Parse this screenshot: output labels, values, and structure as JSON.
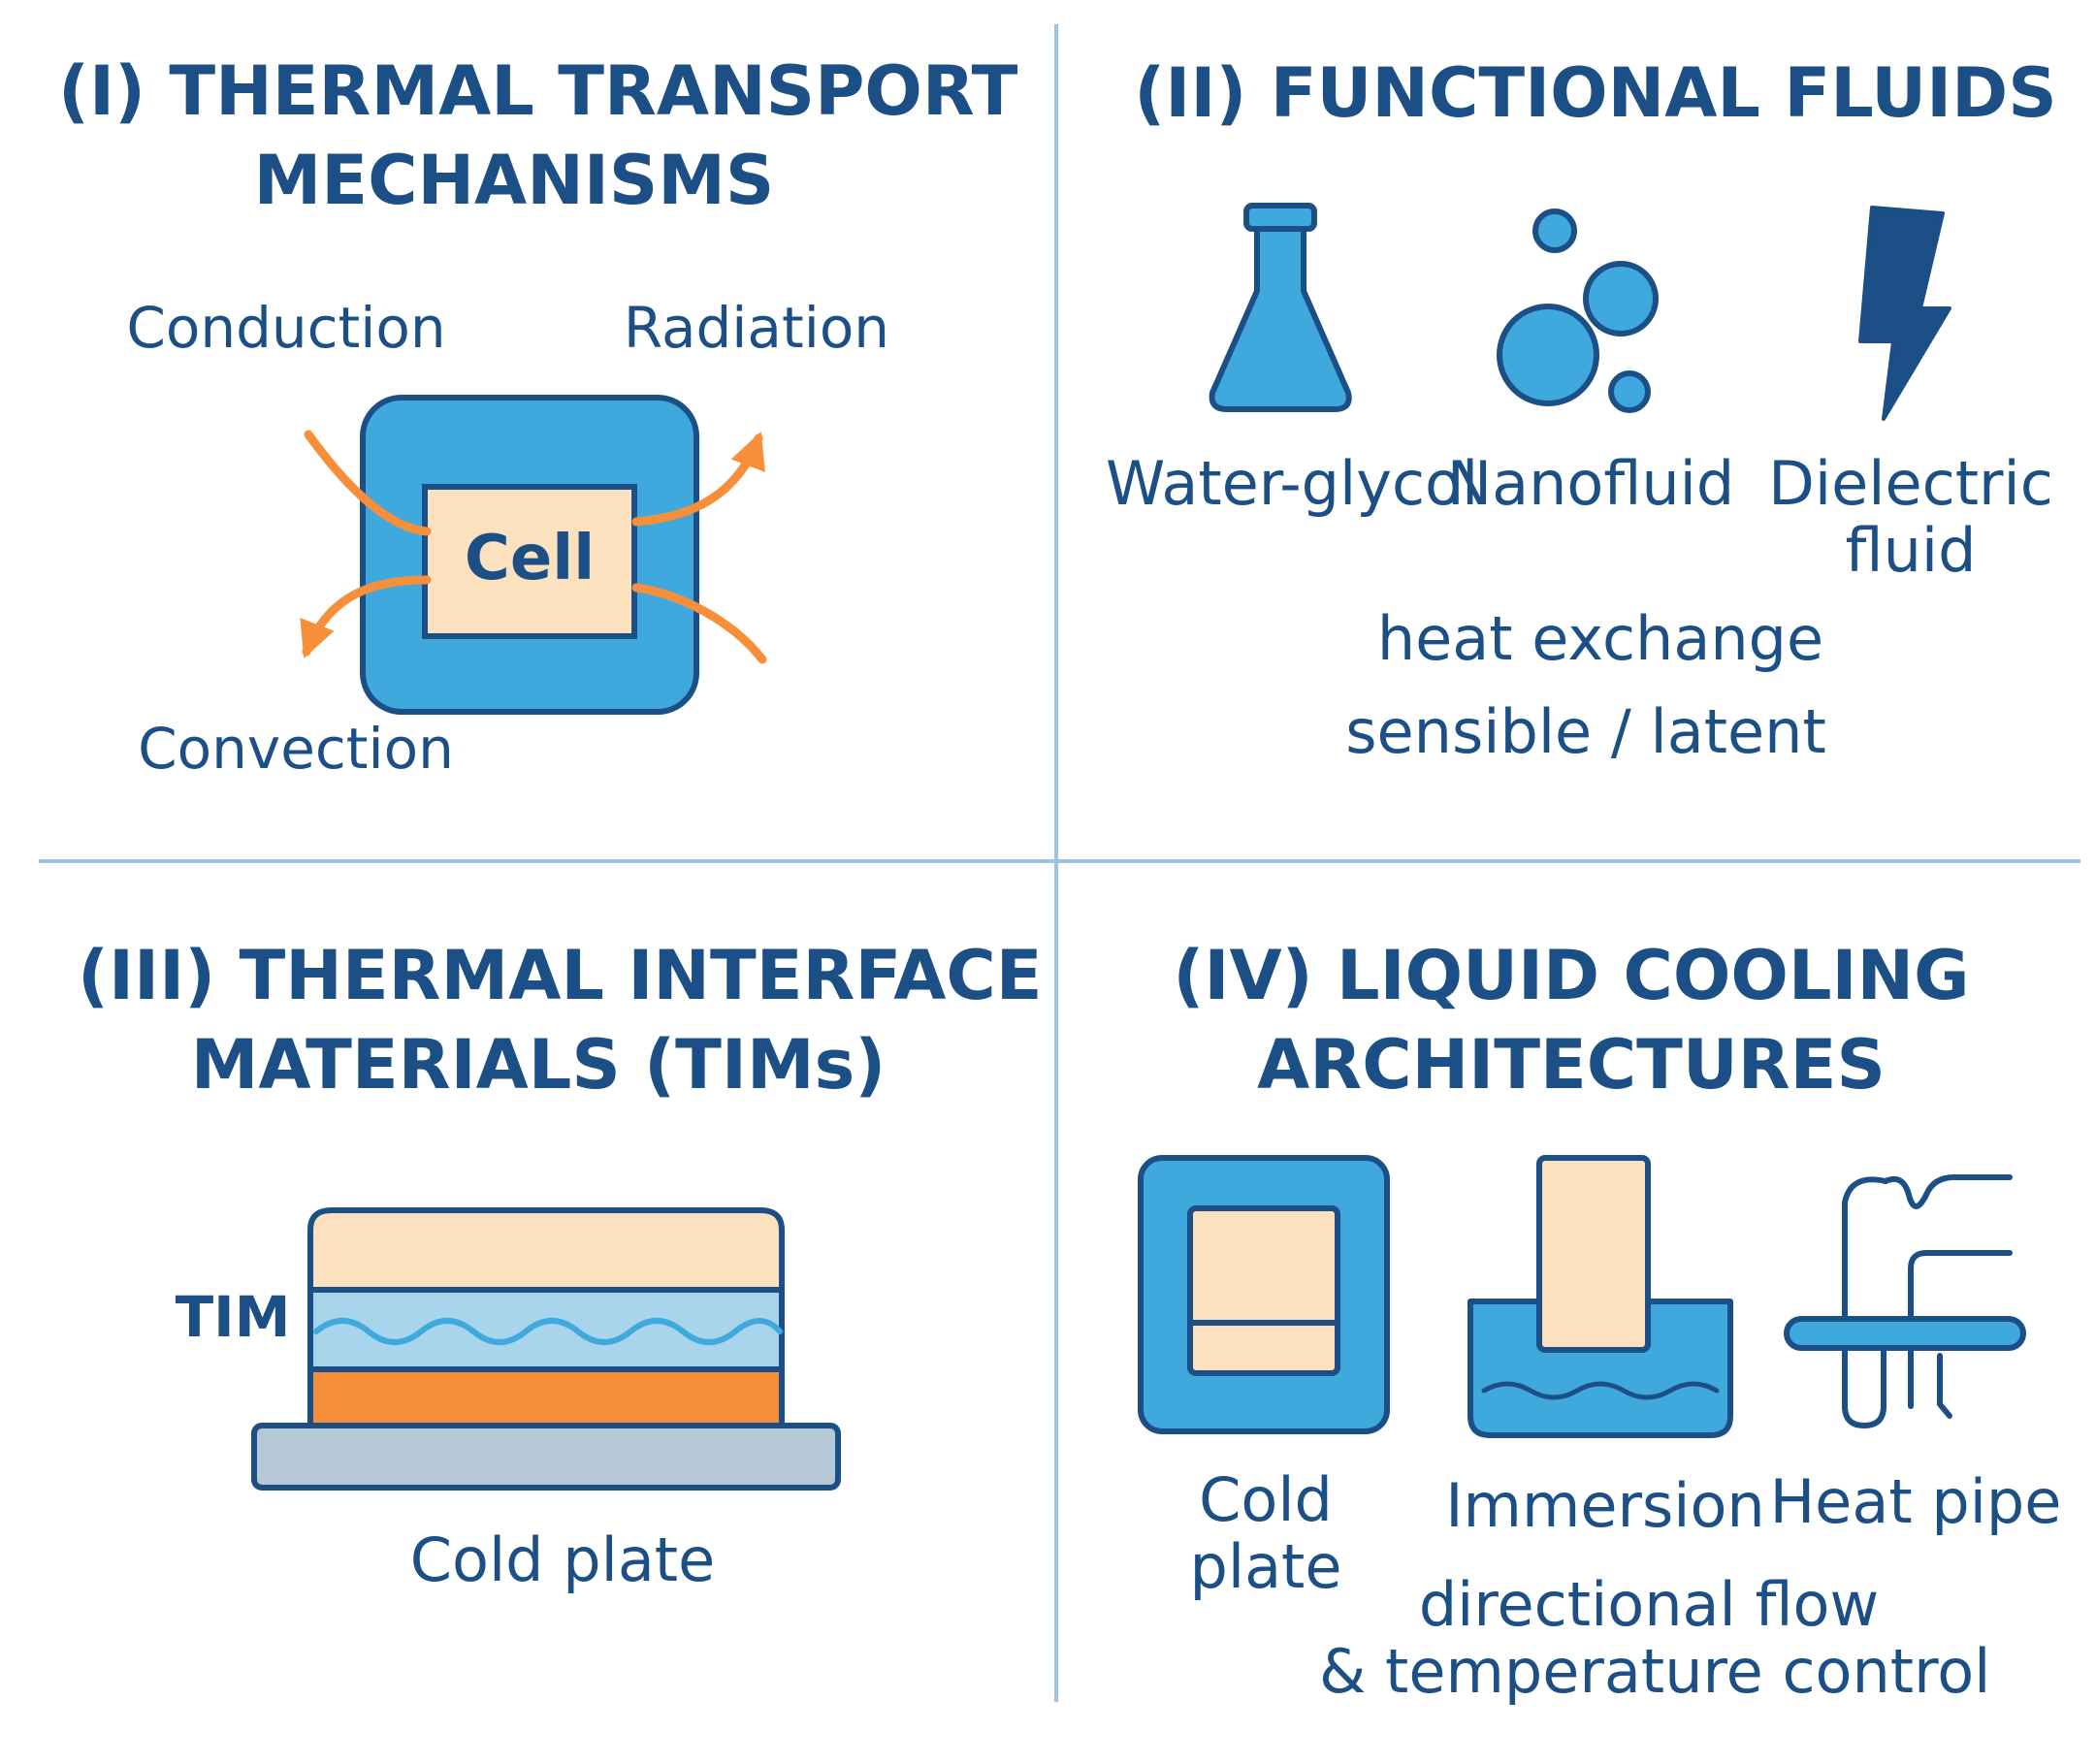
{
  "panels": {
    "p1": {
      "title_line1": "(I) THERMAL TRANSPORT",
      "title_line2": "MECHANISMS",
      "conduction": "Conduction",
      "radiation": "Radiation",
      "convection": "Convection",
      "cell": "Cell"
    },
    "p2": {
      "title": "(II) FUNCTIONAL FLUIDS",
      "water_glycol": "Water-glycol",
      "nanofluid": "Nanofluid",
      "dielectric_line1": "Dielectric",
      "dielectric_line2": "fluid",
      "note1": "heat exchange",
      "note2": "sensible / latent"
    },
    "p3": {
      "title_line1": "(III) THERMAL INTERFACE",
      "title_line2": "MATERIALS (TIMs)",
      "tim": "TIM",
      "cold_plate": "Cold plate"
    },
    "p4": {
      "title_line1": "(IV) LIQUID COOLING",
      "title_line2": "ARCHITECTURES",
      "cold_plate_line1": "Cold",
      "cold_plate_line2": "plate",
      "immersion": "Immersion",
      "heat_pipe": "Heat pipe",
      "note1": "directional flow",
      "note2": "& temperature control"
    }
  },
  "icons": {
    "water_glycol": "flask-icon",
    "nanofluid": "bubbles-icon",
    "dielectric": "lightning-bolt-icon",
    "heat_flow": "curved-arrow-icon",
    "cold_plate": "cold-plate-icon",
    "immersion": "immersion-tank-icon",
    "heat_pipe": "heat-pipe-icon"
  },
  "colors": {
    "dark_blue": "#1b4f86",
    "mid_blue": "#3fa9dd",
    "light_blue": "#a8d4ec",
    "cream": "#fbe1bd",
    "orange": "#f78f3a",
    "grey_blue": "#b4c8d6",
    "divider": "#9cc4e0"
  }
}
